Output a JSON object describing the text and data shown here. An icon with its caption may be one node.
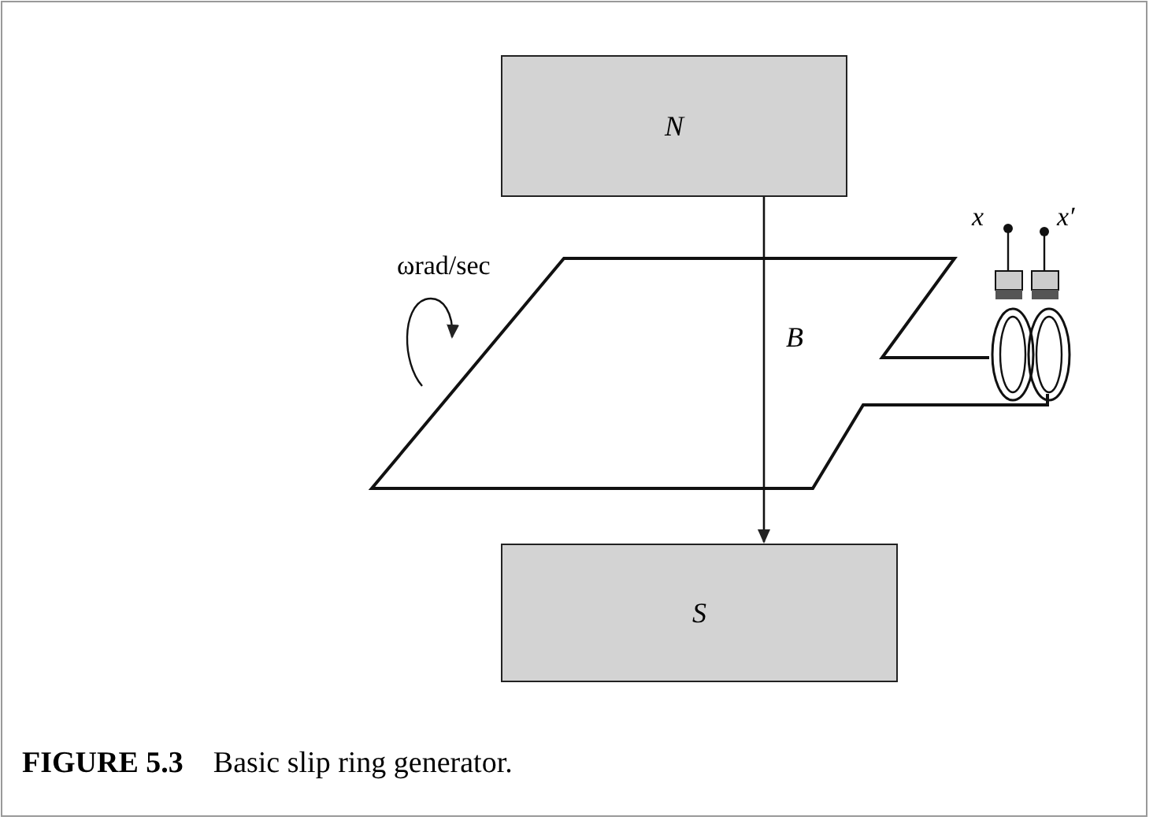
{
  "diagram": {
    "caption": "**FIGURE 5.3** Basic slip ring generator.",
    "nodes": [
      {
        "text": [
          "N"
        ]
      },
      {
        "text": [
          "S"
        ]
      }
    ],
    "edges": [
      {
        "from": 0,
        "to": 1,
        "arrow": "to",
        "label": "B"
      }
    ],
    "labels": [
      "ωrad/sec",
      "x",
      "x′"
    ]
  }
}
